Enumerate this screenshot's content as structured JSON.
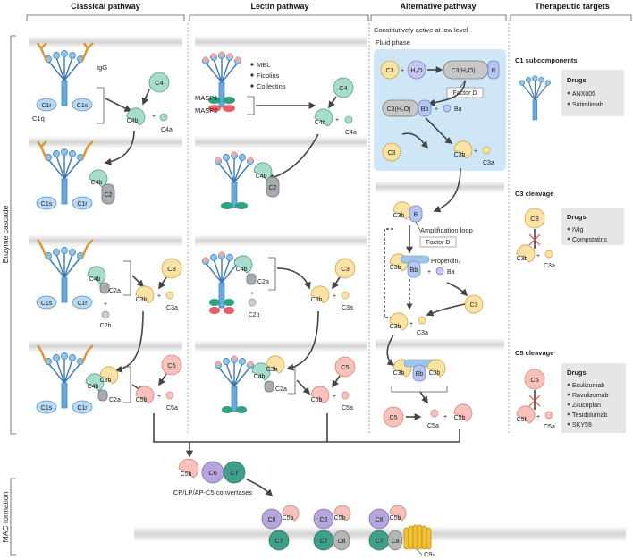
{
  "headers": {
    "classical": "Classical pathway",
    "lectin": "Lectin pathway",
    "alternative": "Alternative pathway",
    "therapeutic": "Therapeutic targets"
  },
  "side_labels": {
    "enzyme_cascade": "Enzyme cascade",
    "mac_formation": "MAC formation"
  },
  "classical": {
    "igg": "IgG",
    "c1q": "C1q",
    "c1r": "C1r",
    "c1s": "C1s",
    "c4": "C4",
    "c4b": "C4b",
    "c4a": "C4a",
    "c2": "C2",
    "c2a": "C2a",
    "c2b": "C2b",
    "c3": "C3",
    "c3b": "C3b",
    "c3a": "C3a",
    "c5": "C5",
    "c5b": "C5b",
    "c5a": "C5a",
    "plus": "+"
  },
  "lectin": {
    "bullets": [
      "MBL",
      "Ficolins",
      "Collectins"
    ],
    "masp1": "MASP1",
    "masp2": "MASP2",
    "c4": "C4",
    "c4b": "C4b",
    "c4a": "C4a",
    "c2": "C2",
    "c2a": "C2a",
    "c2b": "C2b",
    "c3": "C3",
    "c3b": "C3b",
    "c3a": "C3a",
    "c5": "C5",
    "c5b": "C5b",
    "c5a": "C5a"
  },
  "alternative": {
    "constitutive": "Constitutively active at low level",
    "fluid_phase": "Fluid phase",
    "c3": "C3",
    "h2o": "H₂O",
    "c3h2o": "C3(H₂O)",
    "b": "B",
    "factor_d": "Factor D",
    "bb": "Bb",
    "ba": "Ba",
    "c3b": "C3b",
    "c3a": "C3a",
    "amplification": "Amplification loop",
    "properdin": "Properdin₃",
    "c5": "C5",
    "c5a": "C5a",
    "c5b": "C5b"
  },
  "therapeutic": {
    "c1_title": "C1 subcomponents",
    "c1_drugs_title": "Drugs",
    "c1_drugs": [
      "ANX005",
      "Sutimlimab"
    ],
    "c3_title": "C3 cleavage",
    "c3_drugs_title": "Drugs",
    "c3_drugs": [
      "IVIg",
      "Compstatins"
    ],
    "c5_title": "C5 cleavage",
    "c5_drugs_title": "Drugs",
    "c5_drugs": [
      "Eculizumab",
      "Ravulizumab",
      "Zilucoplan",
      "Tesidolumab",
      "SKY59"
    ],
    "c3": "C3",
    "c3b": "C3b",
    "c3a": "C3a",
    "c5": "C5",
    "c5b": "C5b",
    "c5a": "C5a"
  },
  "mac": {
    "c5b": "C5b",
    "c6": "C6",
    "c7": "C7",
    "c8": "C8",
    "c9n": "C9ₙ",
    "convertases": "CP/LP/AP-C5 convertases"
  },
  "colors": {
    "c3": "#fbe3a6",
    "c4": "#a8dccb",
    "c5": "#f7c2bb",
    "c1": "#b9d8f1",
    "c2": "#a8acb2",
    "c6": "#b6a6dc",
    "c7": "#3f9f8a",
    "fluid_phase": "#cfe6f7",
    "drug_box": "#e6e6e6"
  }
}
